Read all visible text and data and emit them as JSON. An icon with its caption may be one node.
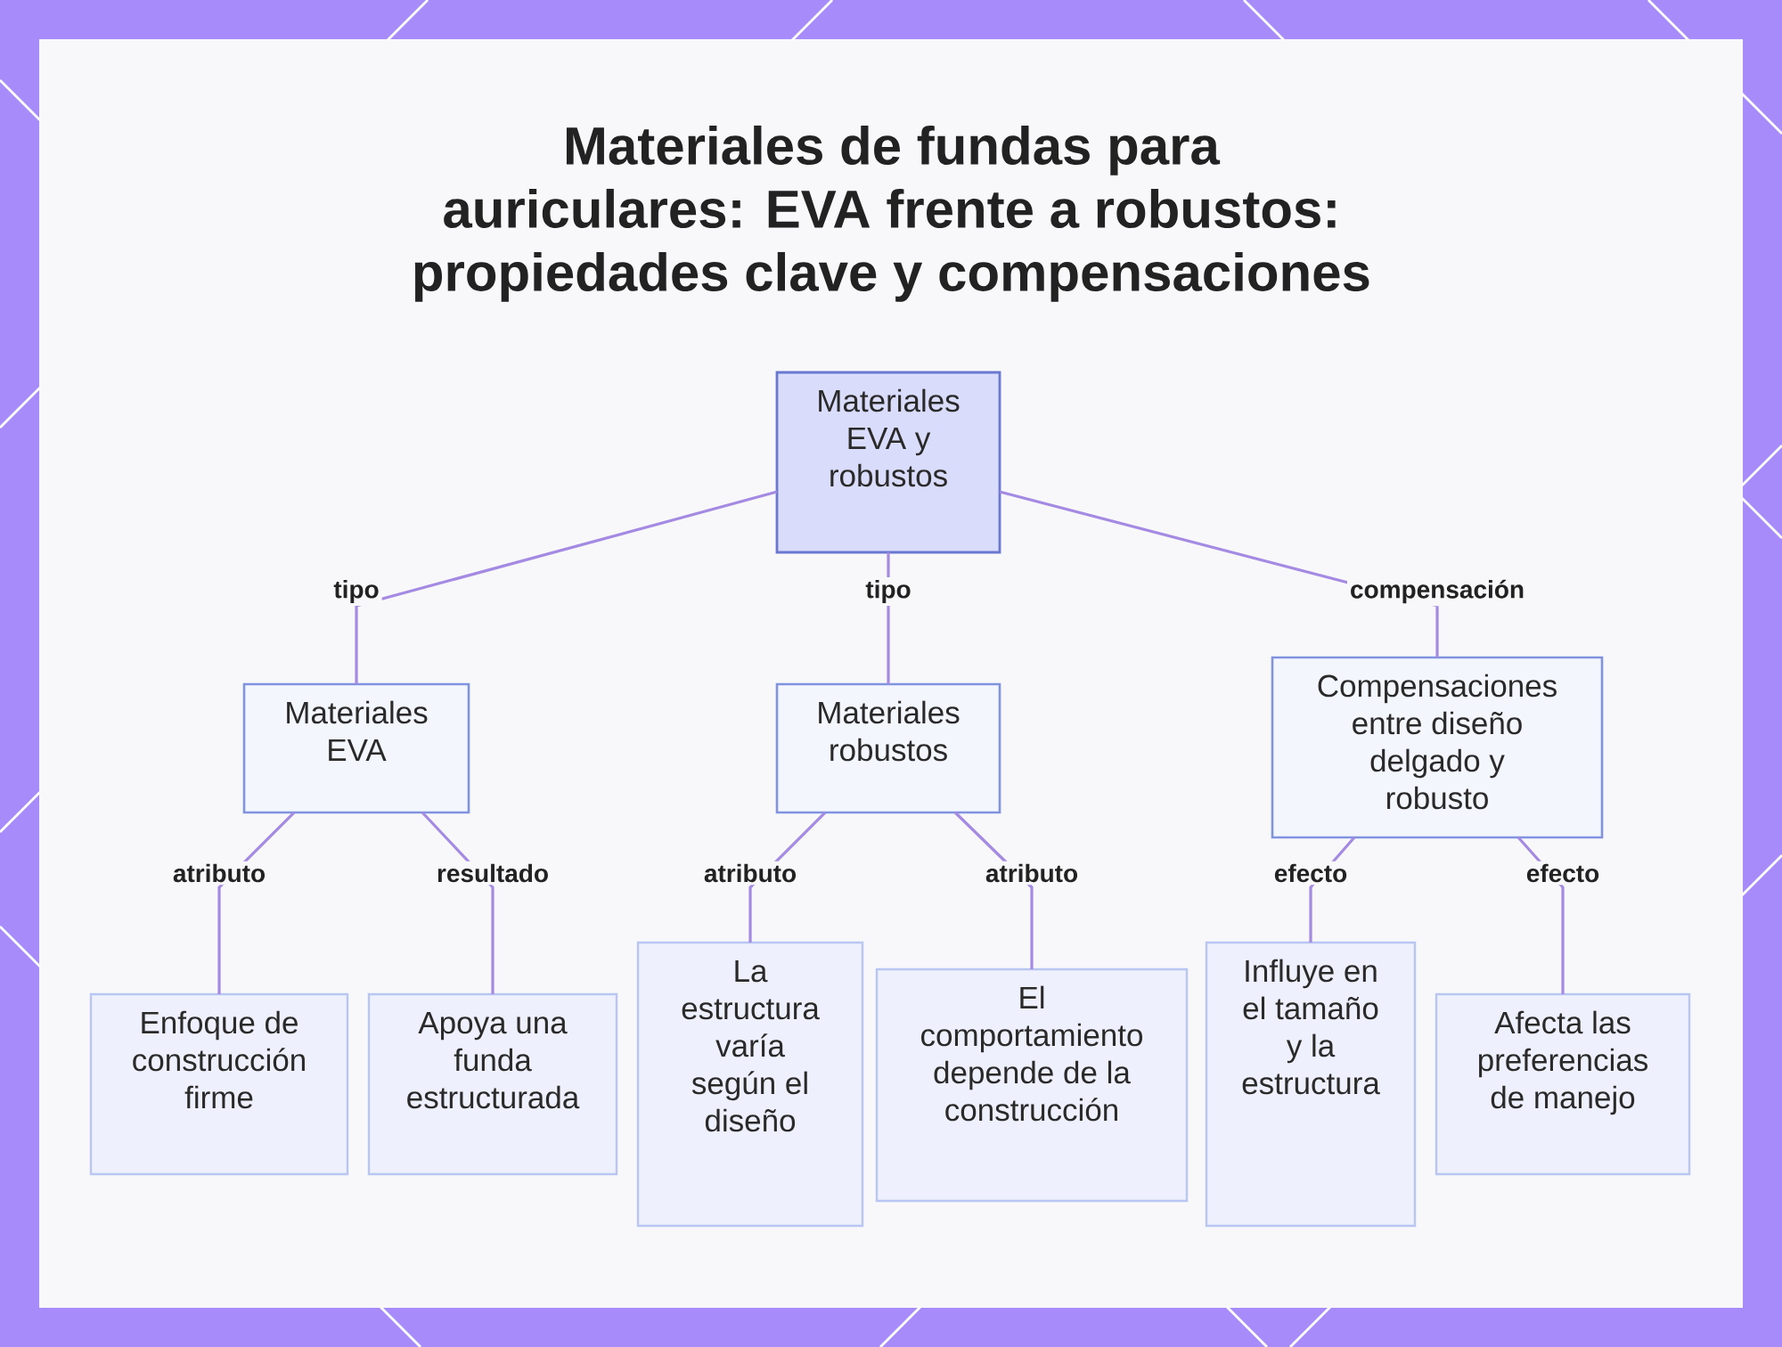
{
  "diagram": {
    "title": "Materiales de fundas para auriculares: EVA frente a robustos: propiedades clave y compensaciones",
    "nodes": [
      {
        "text": [
          "Materiales EVA y robustos"
        ]
      },
      {
        "text": [
          "Materiales EVA"
        ]
      },
      {
        "text": [
          "Materiales robustos"
        ]
      },
      {
        "text": [
          "Compensaciones entre diseño delgado y robusto"
        ]
      },
      {
        "text": [
          "Enfoque de construcción firme"
        ]
      },
      {
        "text": [
          "Apoya una funda estructurada"
        ]
      },
      {
        "text": [
          "La estructura varía según el diseño"
        ]
      },
      {
        "text": [
          "El comportamiento depende de la construcción"
        ]
      },
      {
        "text": [
          "Influye en el tamaño y la estructura"
        ]
      },
      {
        "text": [
          "Afecta las preferencias de manejo"
        ]
      }
    ],
    "edges": [
      {
        "from": 0,
        "to": 1,
        "arrow": "none",
        "label": "tipo"
      },
      {
        "from": 0,
        "to": 2,
        "arrow": "none",
        "label": "tipo"
      },
      {
        "from": 0,
        "to": 3,
        "arrow": "none",
        "label": "compensación"
      },
      {
        "from": 1,
        "to": 4,
        "arrow": "none",
        "label": "atributo"
      },
      {
        "from": 1,
        "to": 5,
        "arrow": "none",
        "label": "resultado"
      },
      {
        "from": 2,
        "to": 6,
        "arrow": "none",
        "label": "atributo"
      },
      {
        "from": 2,
        "to": 7,
        "arrow": "none",
        "label": "atributo"
      },
      {
        "from": 3,
        "to": 8,
        "arrow": "none",
        "label": "efecto"
      },
      {
        "from": 3,
        "to": 9,
        "arrow": "none",
        "label": "efecto"
      }
    ]
  }
}
